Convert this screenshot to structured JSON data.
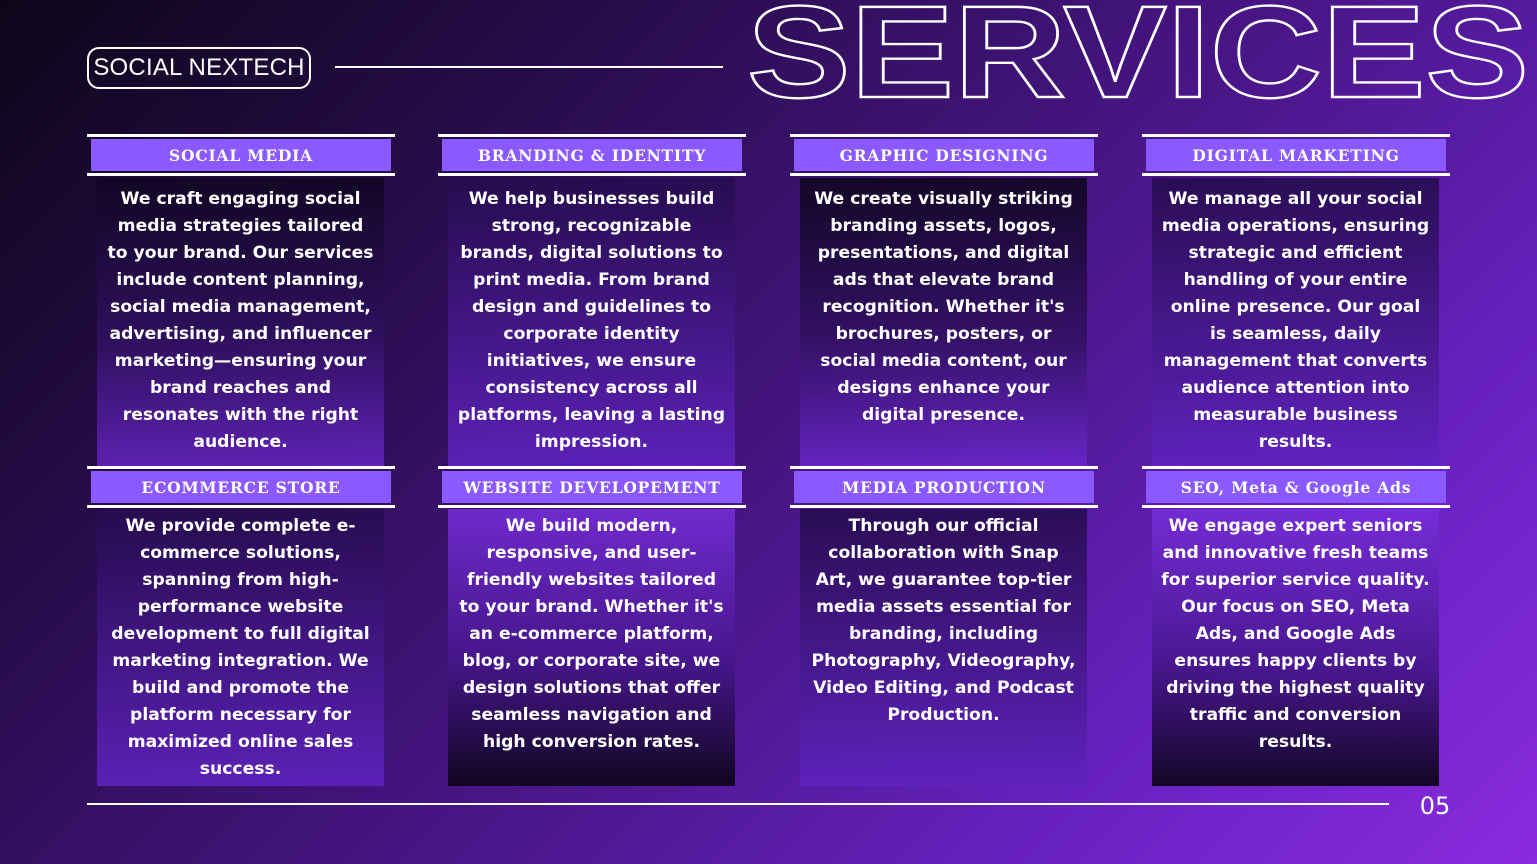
{
  "brand": {
    "name": "SOCIAL NEXTECH"
  },
  "hero": {
    "title": "SERVICES"
  },
  "footer": {
    "page_number": "05"
  },
  "services": [
    {
      "title": "SOCIAL MEDIA",
      "description": "We craft engaging social media strategies tailored to your brand. Our services include content planning, social media management, advertising, and influencer marketing—ensuring your brand reaches and resonates with the right audience."
    },
    {
      "title": "BRANDING & IDENTITY",
      "description": "We help businesses build strong, recognizable brands, digital solutions to print media. From brand design and guidelines to corporate identity initiatives, we ensure consistency across all platforms, leaving a lasting impression."
    },
    {
      "title": "GRAPHIC DESIGNING",
      "description": "We create visually striking branding assets, logos, presentations, and digital ads that elevate brand recognition. Whether it's brochures, posters, or social media content, our designs enhance your digital presence."
    },
    {
      "title": "DIGITAL MARKETING",
      "description": "We manage all your social media operations, ensuring strategic and efficient handling of your entire online presence. Our goal is seamless, daily management that converts audience attention into measurable business results."
    },
    {
      "title": "ECOMMERCE STORE",
      "description": "We provide complete e-commerce solutions, spanning from high-performance website development to full digital marketing integration. We build and promote the platform necessary for maximized online sales success."
    },
    {
      "title": "WEBSITE DEVELOPEMENT",
      "description": "We build modern, responsive, and user-friendly websites tailored to your brand. Whether it's an e-commerce platform, blog, or corporate site, we design solutions that offer seamless navigation and high conversion rates."
    },
    {
      "title": "MEDIA PRODUCTION",
      "description": "Through our official collaboration with Snap Art, we guarantee top-tier media assets essential for branding, including Photography, Videography, Video Editing, and Podcast Production."
    },
    {
      "title": "SEO, Meta & Google Ads",
      "description": "We engage expert seniors and innovative fresh teams for superior service quality. Our focus on SEO, Meta Ads, and Google Ads ensures happy clients by driving the highest quality traffic and conversion results."
    }
  ],
  "colors": {
    "header_bar": "#8a59ff",
    "accent": "#8a2bde",
    "text": "#ffffff"
  }
}
